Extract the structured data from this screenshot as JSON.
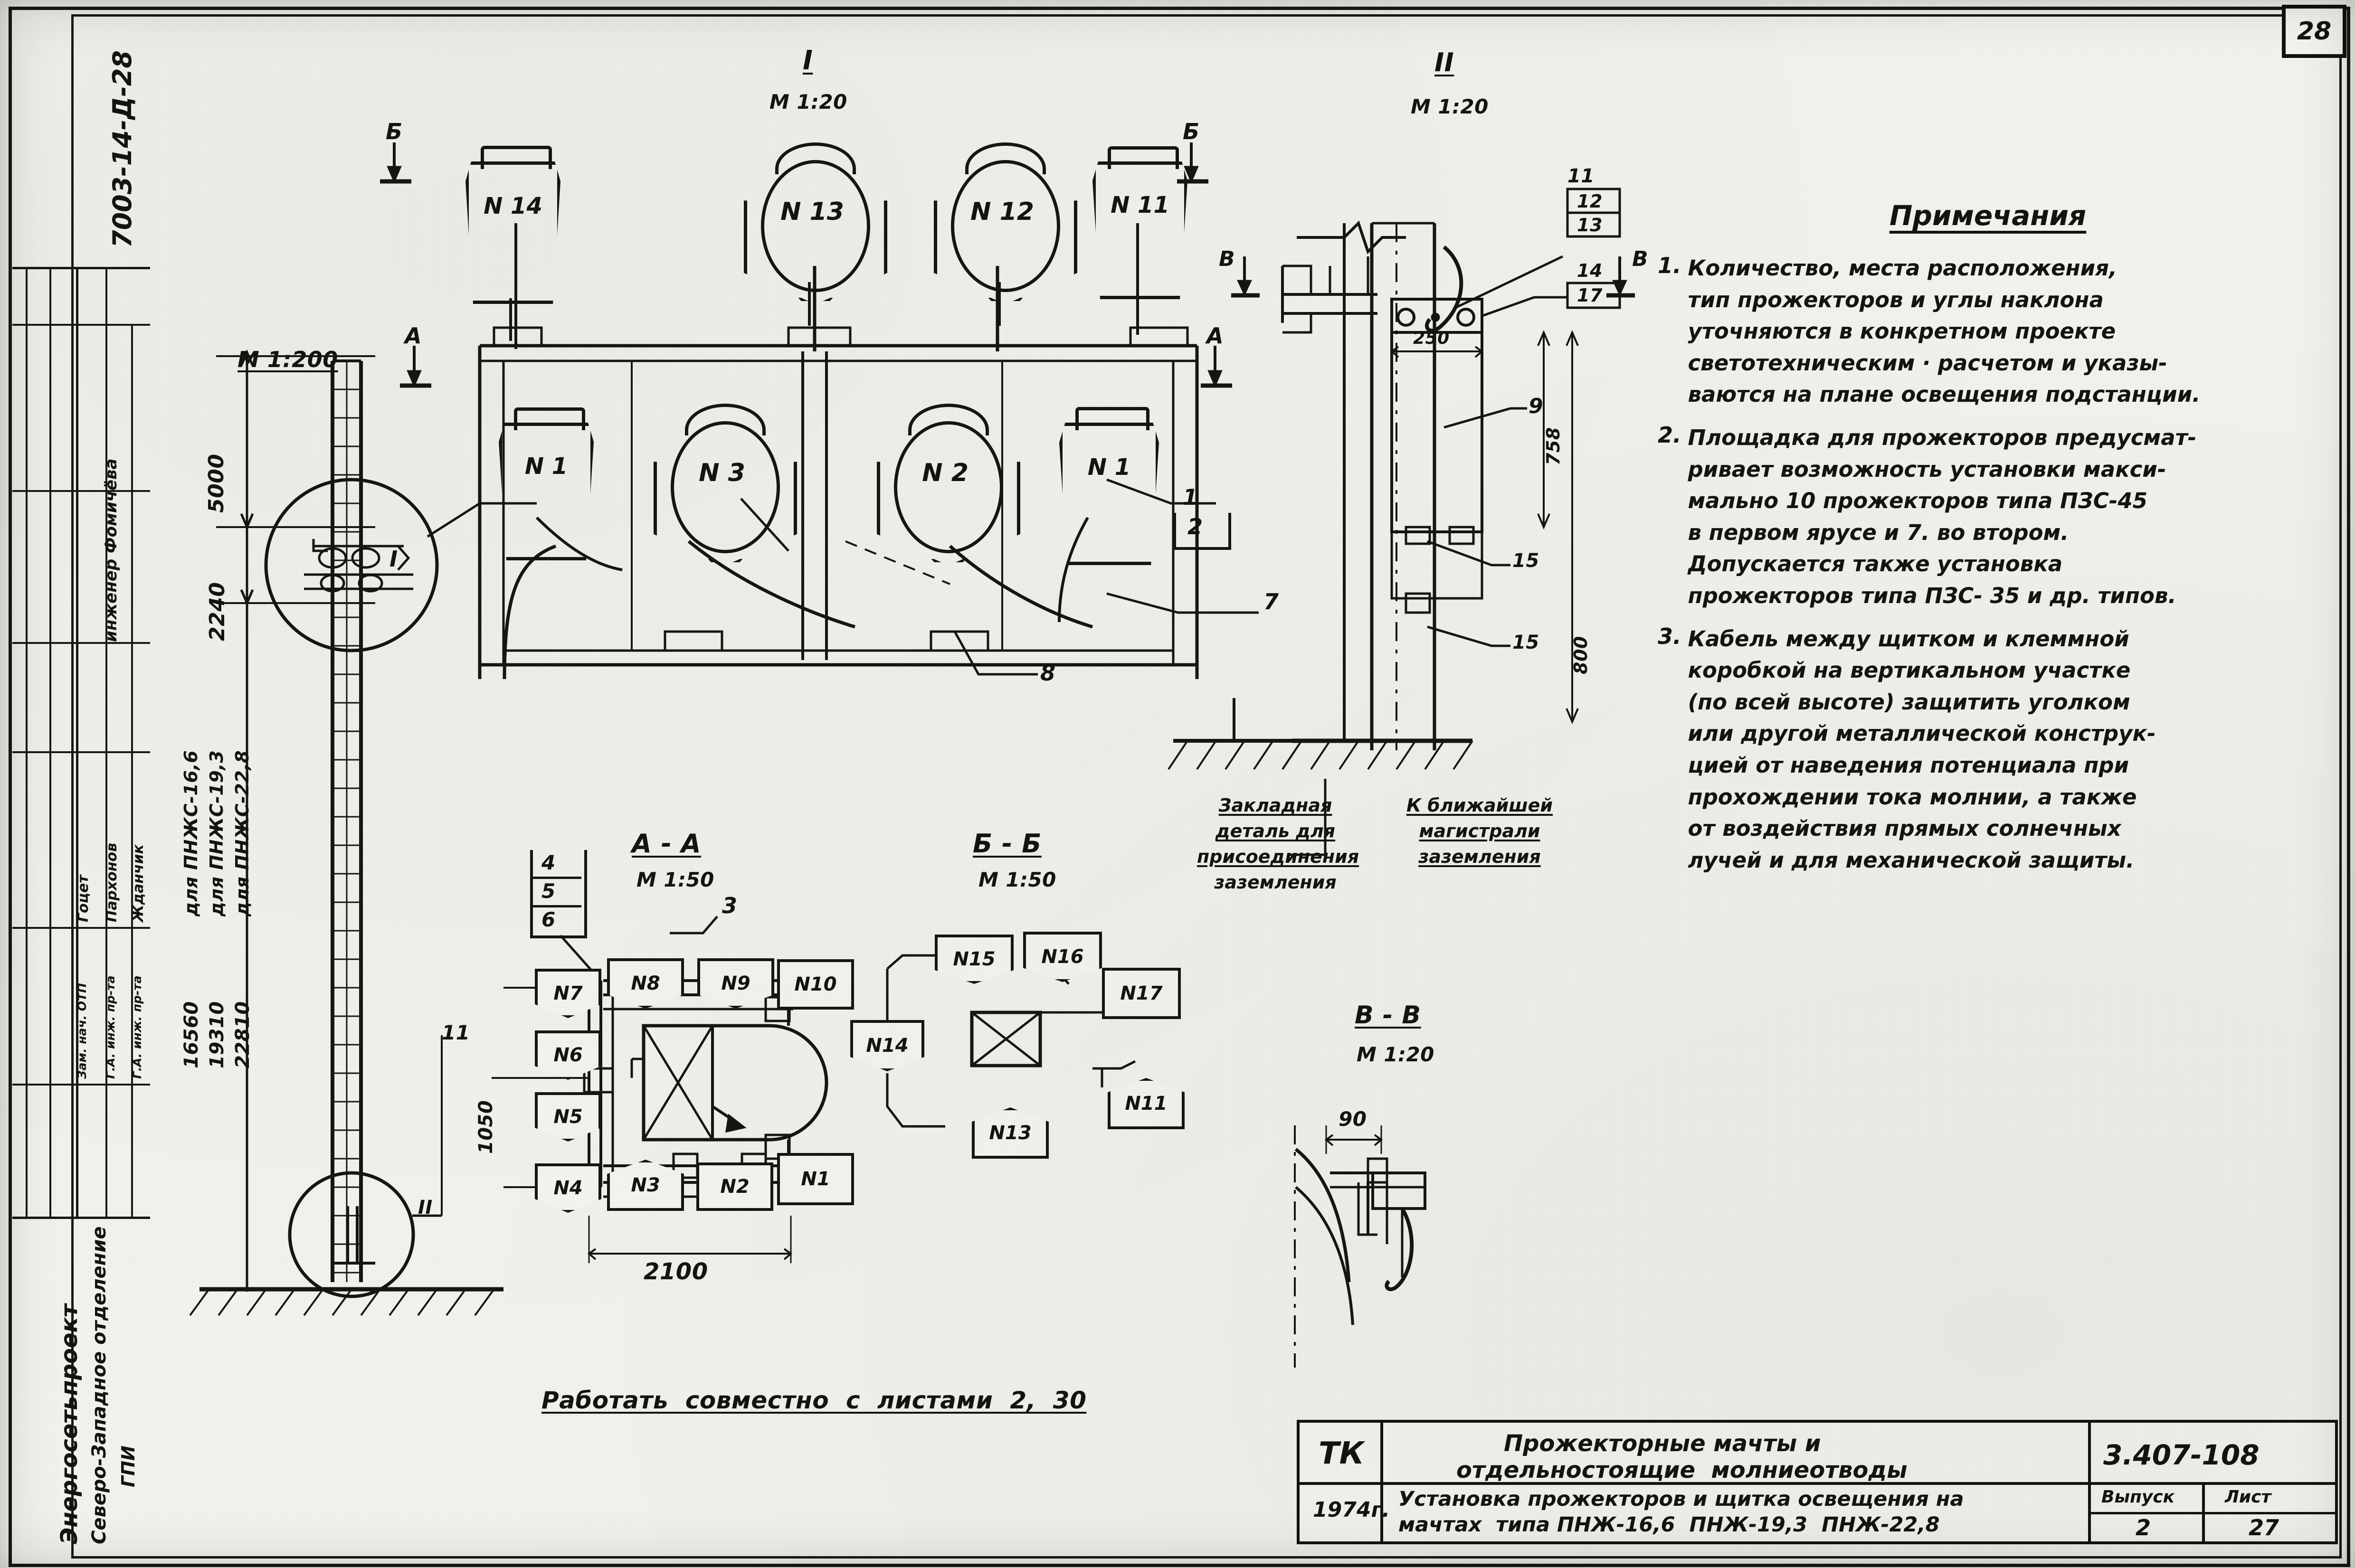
{
  "sheet": {
    "page_number": "28",
    "archive_code": "7003-14-Д-28",
    "organization": "Энергосетьпроект",
    "department": "Северо-Западное отделение",
    "department2": "ГПИ"
  },
  "left_stamp": {
    "engineer_line": "инженер Фомичёва",
    "columns": [
      "Зам. нач. ОТП",
      "Г.А. инж. пр-та",
      "Г.А. инж. пр-та"
    ],
    "names": [
      "Гоцет",
      "Пархонов",
      "Жданчик"
    ],
    "rows": [
      {
        "role": "Зам. нач. ОТП",
        "name": "Гоцет"
      },
      {
        "role": "Г.А. инж. пр-та",
        "name": "Пархонов"
      },
      {
        "role": "Г.А. инж. пр-та",
        "name": "Жданчик"
      }
    ]
  },
  "views": {
    "plan": {
      "title": "I",
      "scale": "М 1:20",
      "section_marks": {
        "b_left": "Б",
        "b_right": "Б",
        "a_left": "А",
        "a_right": "А"
      },
      "projectors_top": [
        "N 14",
        "N 13",
        "N 12",
        "N 11"
      ],
      "projectors_bottom": [
        "N 1",
        "N 3",
        "N 2",
        "N 1"
      ],
      "callouts": [
        "1",
        "2",
        "7",
        "8"
      ]
    },
    "elevation": {
      "scale": "М 1:200",
      "dims_top": [
        "5000",
        "2240"
      ],
      "height_rows": [
        {
          "value": "16560",
          "for": "для ПНЖС-16,6"
        },
        {
          "value": "19310",
          "for": "для ПНЖС-19,3"
        },
        {
          "value": "22810",
          "for": "для ПНЖС-22,8"
        }
      ],
      "marks": [
        "I",
        "II"
      ]
    },
    "section_ii": {
      "title": "II",
      "scale": "М 1:20",
      "marks": {
        "v_left": "В",
        "v_right": "В"
      },
      "callouts": [
        "11",
        "12",
        "13",
        "14",
        "17",
        "9",
        "15",
        "15"
      ],
      "dims": [
        "250",
        "758",
        "800"
      ],
      "label_left": [
        "Закладная",
        "деталь для",
        "присоединения",
        "заземления"
      ],
      "label_right": [
        "К ближайшей",
        "магистрали",
        "заземления"
      ]
    },
    "section_aa": {
      "title": "А - А",
      "scale": "М 1:50",
      "callouts_stack": [
        "4",
        "5",
        "6"
      ],
      "callout_3": "3",
      "dim": "2100",
      "tags_left": [
        "N7",
        "N6",
        "N5",
        "N4"
      ],
      "tags_top": [
        "N8",
        "N9",
        "N10"
      ],
      "tags_bottom": [
        "N3",
        "N2",
        "N1"
      ],
      "small_tags": [
        "N1",
        "N1",
        "N1",
        "N1"
      ]
    },
    "section_bb": {
      "title": "Б - Б",
      "scale": "М 1:50",
      "tags": [
        "N15",
        "N16",
        "N17",
        "N14",
        "N11",
        "N13"
      ]
    },
    "section_vv": {
      "title": "В - В",
      "scale": "М 1:20",
      "dim": "90"
    },
    "mark_11": "11",
    "mark_1050": "1050"
  },
  "notes": {
    "heading": "Примечания",
    "items": [
      {
        "num": "1.",
        "lines": [
          "Количество,  места   расположения,",
          "тип прожекторов и углы наклона",
          "уточняются в конкретном  проекте",
          "светотехническим · расчетом и указы-",
          "ваются на плане  освещения подстанции."
        ]
      },
      {
        "num": "2.",
        "lines": [
          "Площадка для прожекторов предусмат-",
          "ривает возможность установки макси-",
          "мально 10 прожекторов типа  ПЗС-45",
          "в первом  ярусе  и 7. во втором.",
          "Допускается также  установка",
          "прожекторов типа  ПЗС- 35 и др. типов."
        ]
      },
      {
        "num": "3.",
        "lines": [
          "Кабель  между  щитком и клеммной",
          "коробкой на вертикальном участке",
          "(по всей высоте) защитить  уголком",
          "или другой металлической  конструк-",
          "цией от наведения потенциала при",
          "прохождении тока молнии, а также",
          "от  воздействия прямых солнечных",
          "лучей  и для  механической  защиты."
        ]
      }
    ]
  },
  "bottom_note": "Работать  совместно  с  листами  2,  30",
  "title_block": {
    "stage": "ТК",
    "year": "1974г.",
    "title_line1": "Прожекторные мачты и",
    "title_line2": "отдельностоящие  молниеотводы",
    "subtitle_line1": "Установка прожекторов и щитка освещения на",
    "subtitle_line2": "мачтах  типа ПНЖ-16,6  ПНЖ-19,3  ПНЖ-22,8",
    "code": "3.407-108",
    "issue_label": "Выпуск",
    "sheet_label": "Лист",
    "issue_value": "2",
    "sheet_value": "27"
  },
  "colors": {
    "ink": "#15130f",
    "paper": "#f3f2ee"
  }
}
